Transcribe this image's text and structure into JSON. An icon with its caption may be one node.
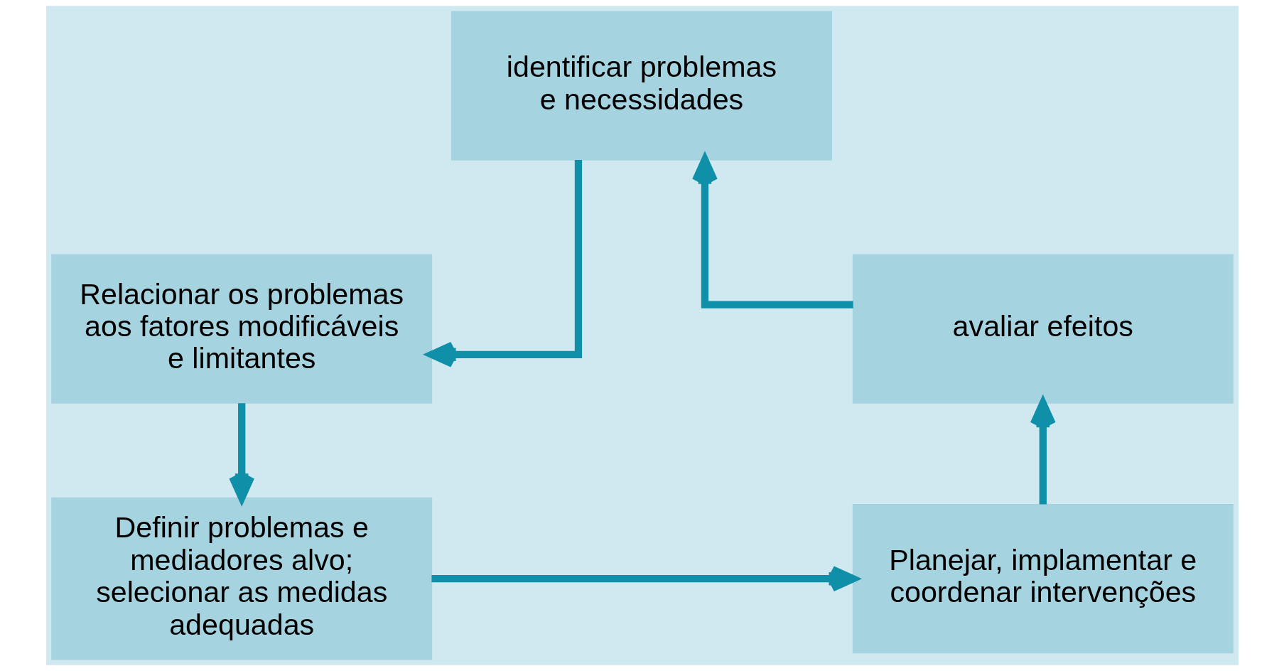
{
  "diagram": {
    "nodes": [
      {
        "text": [
          "identificar problemas e necessidades"
        ]
      },
      {
        "text": [
          "Relacionar os problemas aos fatores modificáveis e limitantes"
        ]
      },
      {
        "text": [
          "Definir problemas e mediadores alvo; selecionar as medidas adequadas"
        ]
      },
      {
        "text": [
          "Planejar, implamentar e coordenar intervenções"
        ]
      },
      {
        "text": [
          "avaliar efeitos"
        ]
      }
    ],
    "edges": [
      {
        "from": 4,
        "to": 0,
        "arrow": "to"
      },
      {
        "from": 0,
        "to": 1,
        "arrow": "to"
      },
      {
        "from": 1,
        "to": 2,
        "arrow": "to"
      },
      {
        "from": 2,
        "to": 3,
        "arrow": "to"
      },
      {
        "from": 3,
        "to": 4,
        "arrow": "to"
      }
    ]
  }
}
